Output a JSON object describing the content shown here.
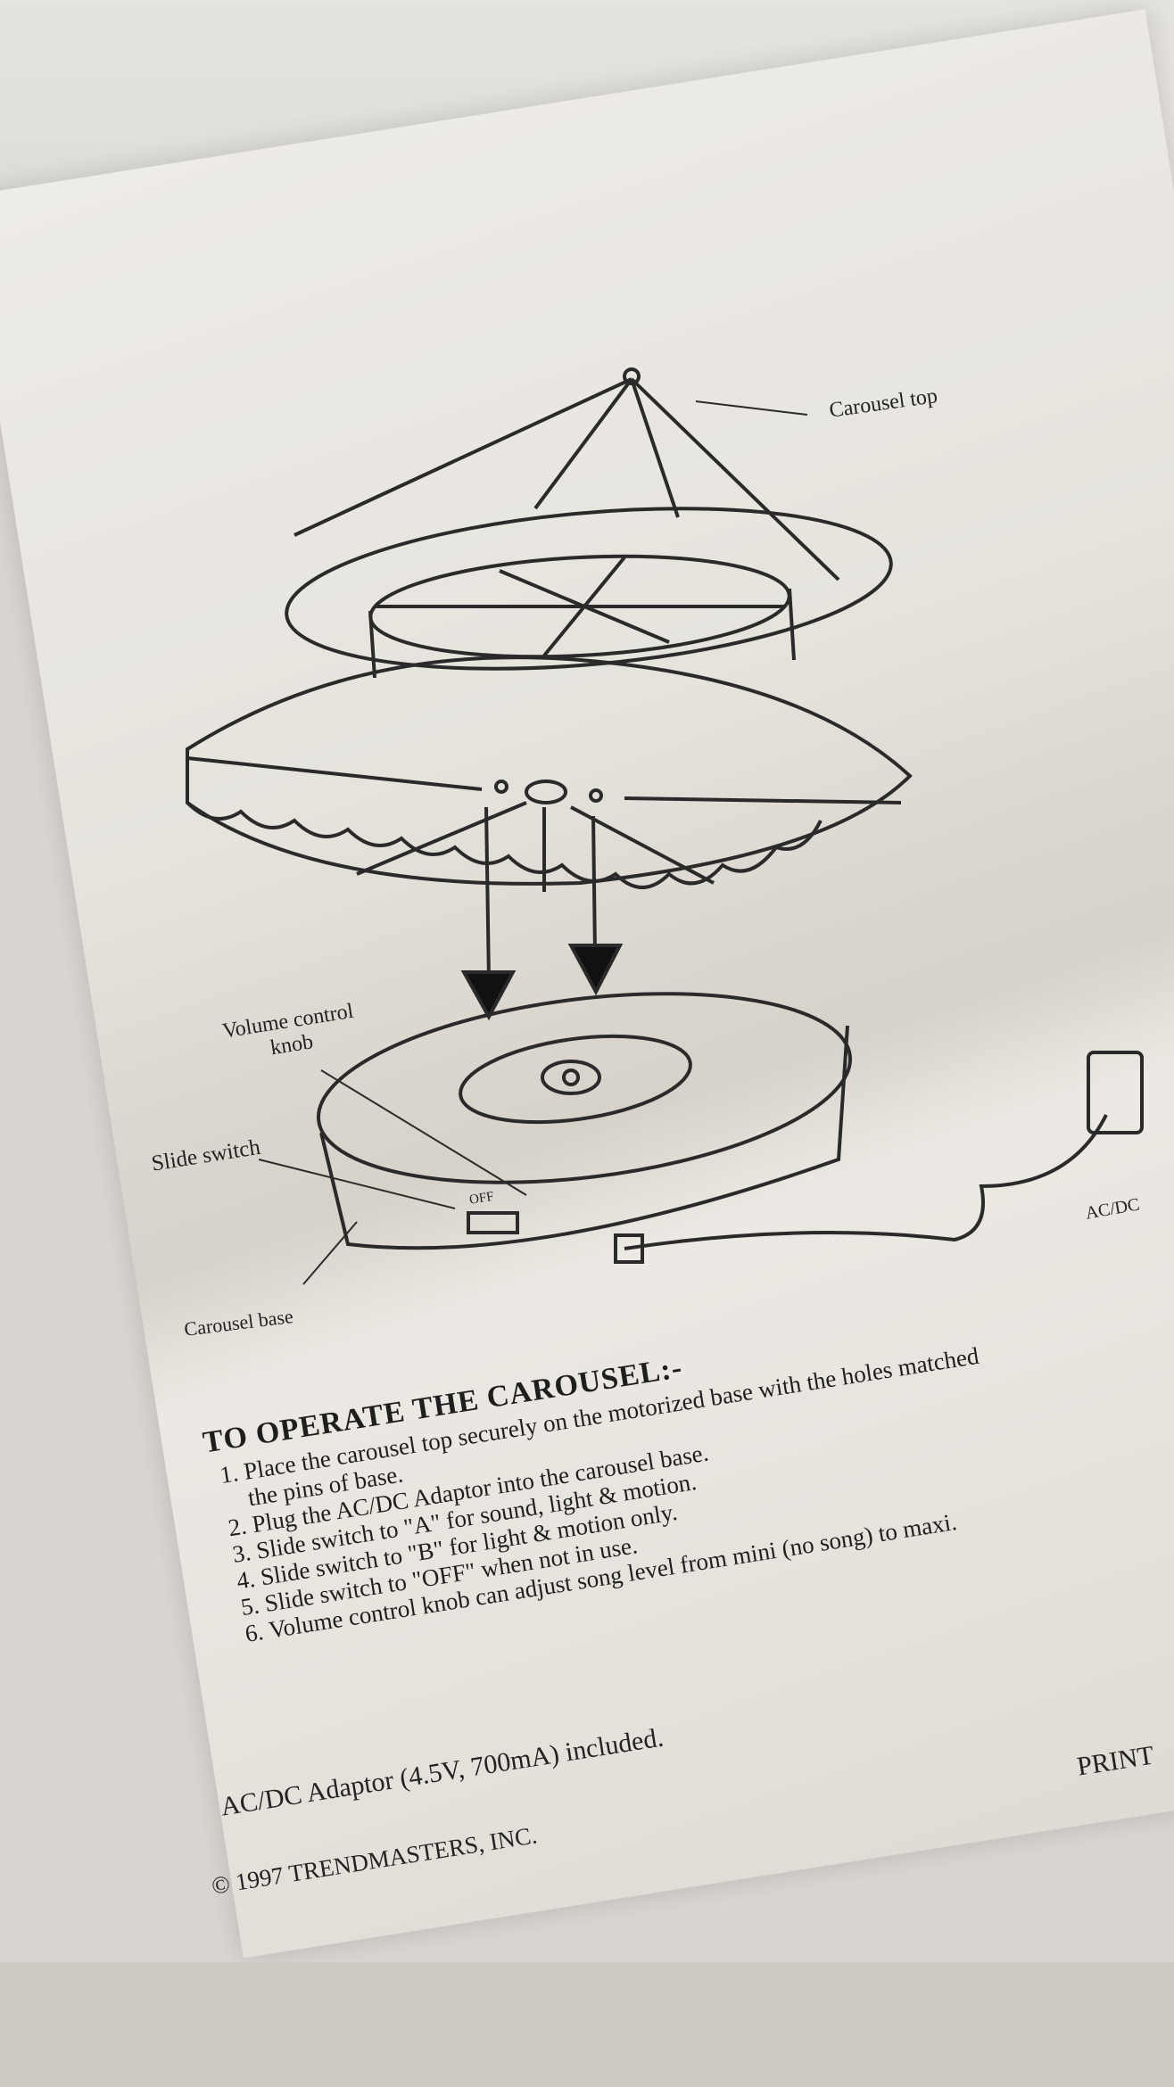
{
  "diagram_labels": {
    "carousel_top": "Carousel top",
    "volume_knob": "Volume control knob",
    "slide_switch": "Slide switch",
    "carousel_base": "Carousel base",
    "switch_off": "OFF",
    "adaptor": "AC/DC"
  },
  "instructions": {
    "heading": "TO OPERATE THE CAROUSEL:-",
    "steps": [
      "Place the carousel top securely on the motorized base with the holes matched",
      "the pins of base.",
      "Plug the AC/DC Adaptor into the carousel base.",
      "Slide switch to \"A\" for sound, light & motion.",
      "Slide switch to \"B\" for light & motion only.",
      "Slide switch to \"OFF\" when not in use.",
      "Volume control knob can adjust song level from mini (no song) to maxi."
    ]
  },
  "footer": {
    "adaptor_note": "AC/DC Adaptor (4.5V, 700mA) included.",
    "copyright": "© 1997 TRENDMASTERS, INC.",
    "printed": "PRINT"
  }
}
